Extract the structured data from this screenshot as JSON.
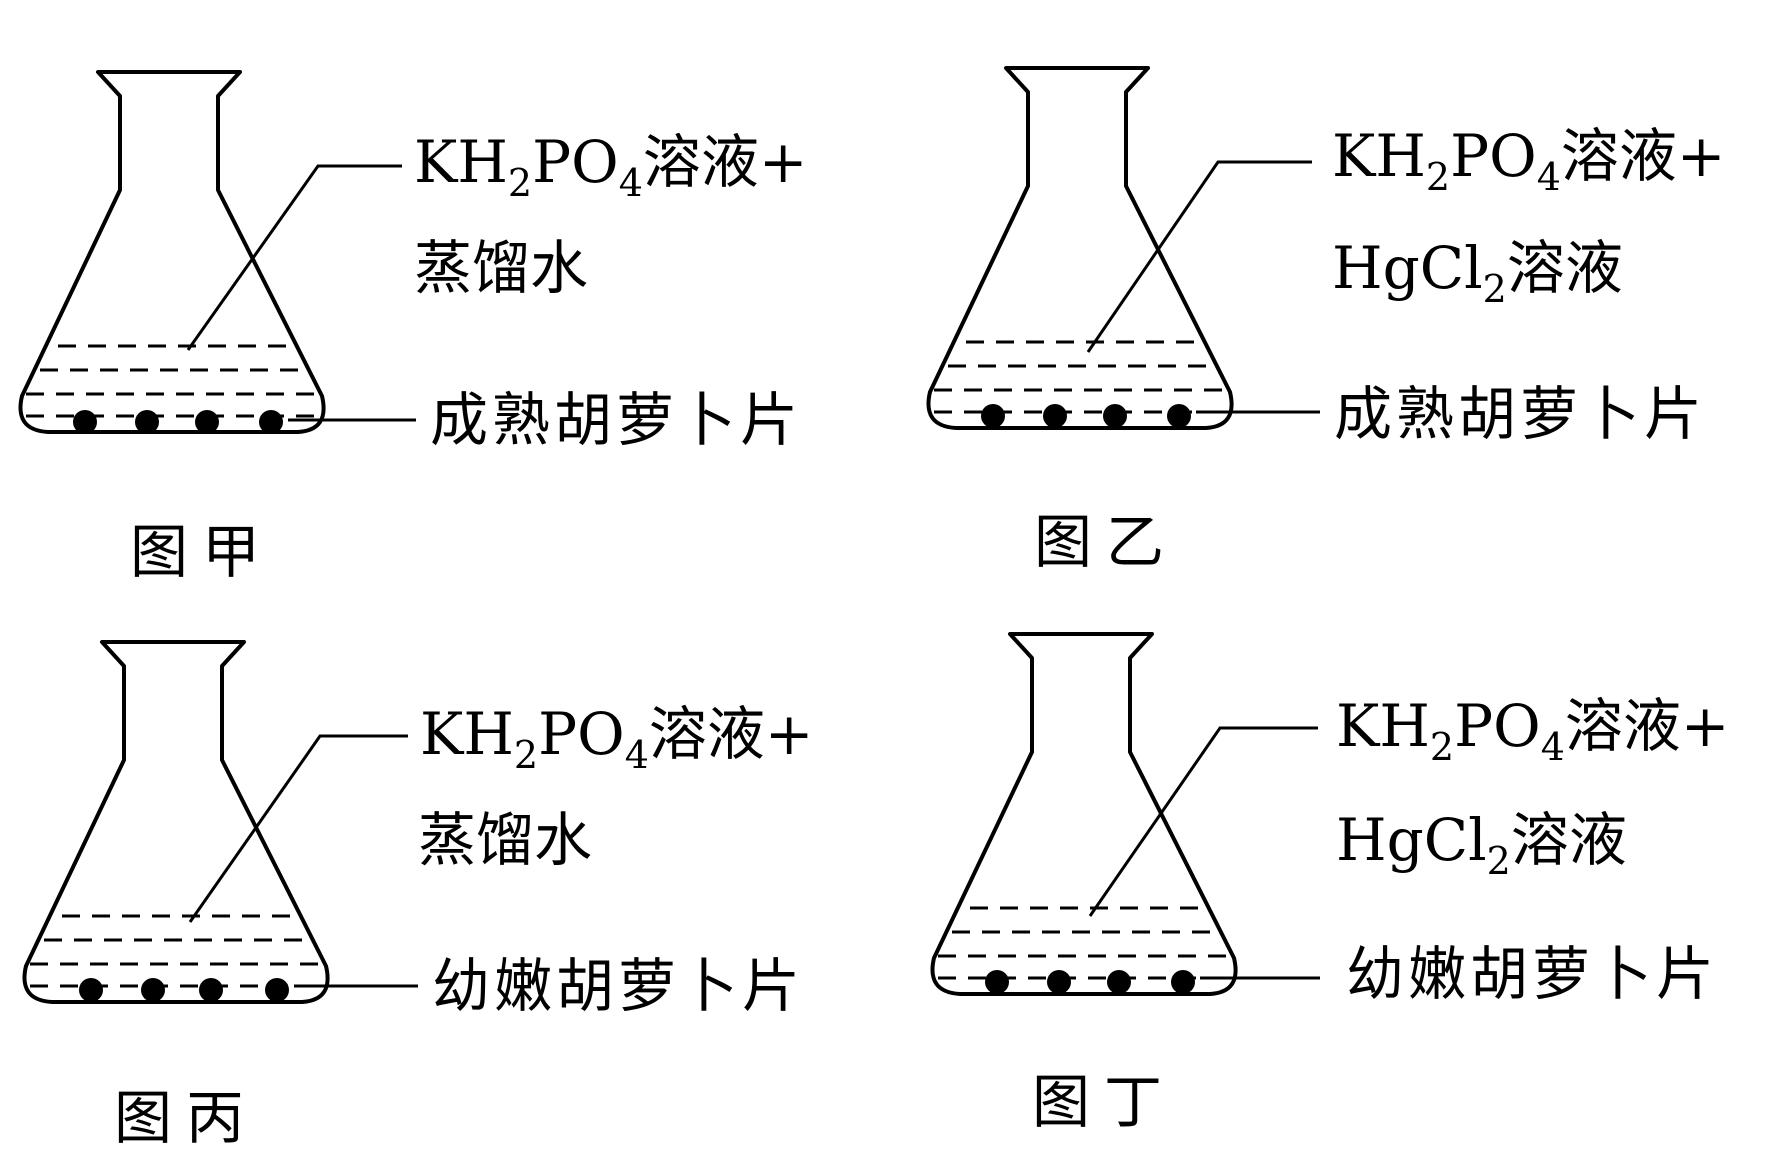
{
  "figures": [
    {
      "caption": "图甲",
      "solution_prefix": "KH",
      "solution_sub1": "2",
      "solution_mid": "PO",
      "solution_sub2": "4",
      "solution_suffix": "溶液+",
      "solution_line2": "蒸馏水",
      "tissue": "成熟胡萝卜片"
    },
    {
      "caption": "图乙",
      "solution_prefix": "KH",
      "solution_sub1": "2",
      "solution_mid": "PO",
      "solution_sub2": "4",
      "solution_suffix": "溶液+",
      "solution_line2_a": "HgCl",
      "solution_line2_sub": "2",
      "solution_line2_b": "溶液",
      "tissue": "成熟胡萝卜片"
    },
    {
      "caption": "图丙",
      "solution_prefix": "KH",
      "solution_sub1": "2",
      "solution_mid": "PO",
      "solution_sub2": "4",
      "solution_suffix": "溶液+",
      "solution_line2": "蒸馏水",
      "tissue": "幼嫩胡萝卜片"
    },
    {
      "caption": "图丁",
      "solution_prefix": "KH",
      "solution_sub1": "2",
      "solution_mid": "PO",
      "solution_sub2": "4",
      "solution_suffix": "溶液+",
      "solution_line2_a": "HgCl",
      "solution_line2_sub": "2",
      "solution_line2_b": "溶液",
      "tissue": "幼嫩胡萝卜片"
    }
  ]
}
